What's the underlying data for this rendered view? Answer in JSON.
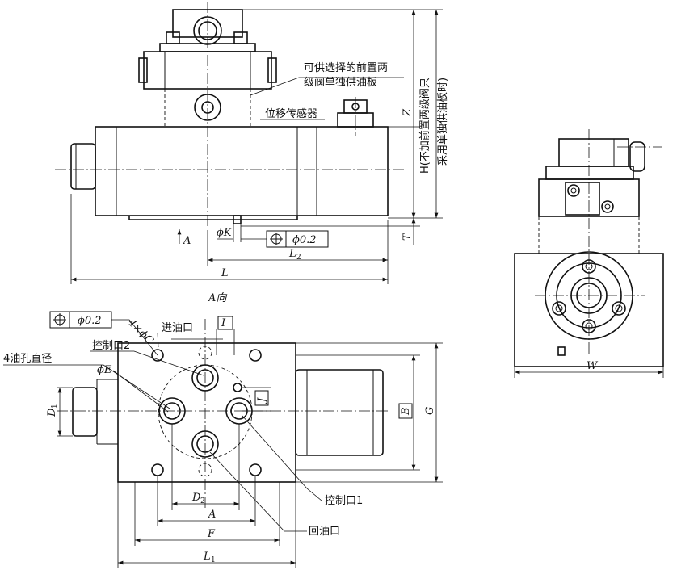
{
  "labels": {
    "optional_plate_line1": "可供选择的前置两",
    "optional_plate_line2": "级阀单独供油板",
    "displacement_sensor": "位移传感器",
    "view_a": "A向",
    "inlet_port": "进油口",
    "control_port_2": "控制口2",
    "four_port_dia": "4油孔直径",
    "control_port_1": "控制口1",
    "return_port": "回油口",
    "h_note_line1": "H(不加前置两级阀只",
    "h_note_line2": "采用单独供油板时)",
    "arrow_a": "A"
  },
  "dimensions": {
    "Z": "Z",
    "T": "T",
    "L": "L",
    "L2": "L",
    "L2_sub": "2",
    "K": "ϕK",
    "tol1": "ϕ0.2",
    "tol2": "ϕ0.2",
    "C": "4×ϕC",
    "E": "ϕE",
    "I": "I",
    "J": "J",
    "B": "B",
    "G": "G",
    "D1": "D",
    "D1_sub": "1",
    "D2": "D",
    "D2_sub": "2",
    "A": "A",
    "F": "F",
    "L1": "L",
    "L1_sub": "1",
    "W": "W"
  }
}
